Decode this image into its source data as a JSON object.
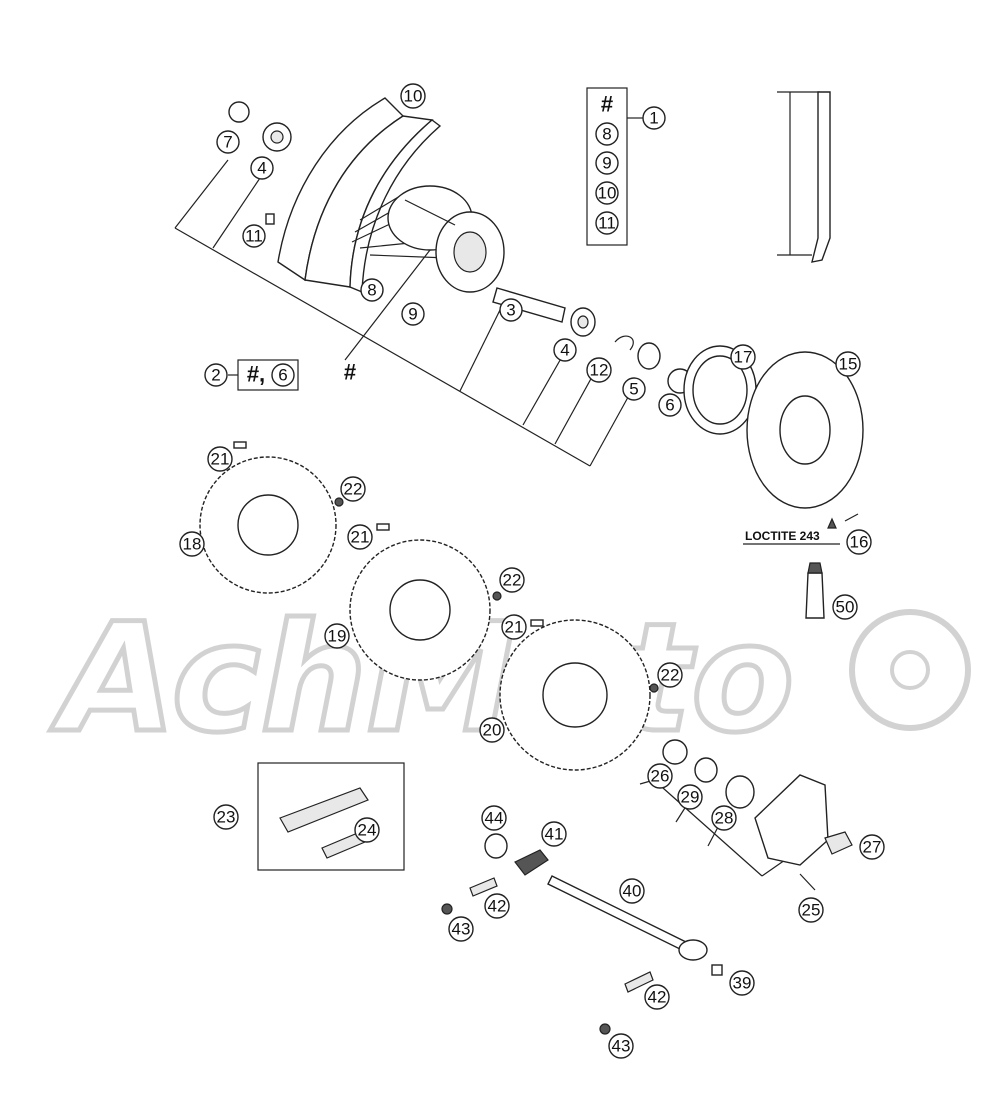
{
  "watermark": {
    "text": "AchMoto"
  },
  "kit_box_1": {
    "items": [
      "#",
      "8",
      "9",
      "10",
      "11"
    ],
    "ref": "1"
  },
  "kit_box_2": {
    "ref": "2",
    "text": "#,",
    "sub_ref": "6"
  },
  "hash_label": "#",
  "loctite_label": "LOCTITE 243",
  "callouts": {
    "c7": "7",
    "c4a": "4",
    "c10": "10",
    "c11": "11",
    "c8": "8",
    "c9": "9",
    "c3": "3",
    "c4b": "4",
    "c12": "12",
    "c5": "5",
    "c6": "6",
    "c17": "17",
    "c15": "15",
    "c16": "16",
    "c50": "50",
    "c21a": "21",
    "c22a": "22",
    "c18": "18",
    "c21b": "21",
    "c22b": "22",
    "c19": "19",
    "c21c": "21",
    "c22c": "22",
    "c20": "20",
    "c23": "23",
    "c24": "24",
    "c44": "44",
    "c41": "41",
    "c40": "40",
    "c42a": "42",
    "c43a": "43",
    "c26": "26",
    "c29": "29",
    "c28": "28",
    "c27": "27",
    "c25": "25",
    "c39": "39",
    "c42b": "42",
    "c43b": "43"
  }
}
